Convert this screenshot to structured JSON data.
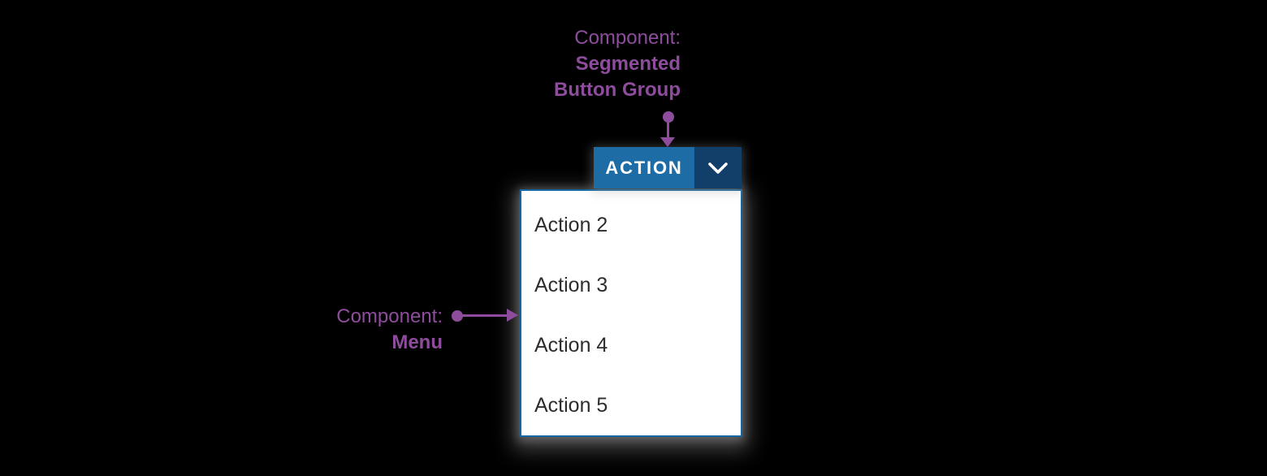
{
  "colors": {
    "accent_purple": "#8e4c9d",
    "button_blue": "#1e6ca6",
    "button_dark_blue": "#123f69",
    "menu_border_blue": "#1666a1",
    "menu_bg": "#ffffff",
    "menu_text": "#2d2d2d",
    "button_text": "#ffffff",
    "canvas_bg": "#000000"
  },
  "annotations": {
    "segmented_button_group": {
      "prefix": "Component:",
      "name_line1": "Segmented",
      "name_line2": "Button Group"
    },
    "menu": {
      "prefix": "Component:",
      "name": "Menu"
    }
  },
  "segmented_button": {
    "label": "ACTION",
    "chevron_icon": "chevron-down"
  },
  "menu": {
    "items": [
      "Action 2",
      "Action 3",
      "Action 4",
      "Action 5"
    ]
  }
}
